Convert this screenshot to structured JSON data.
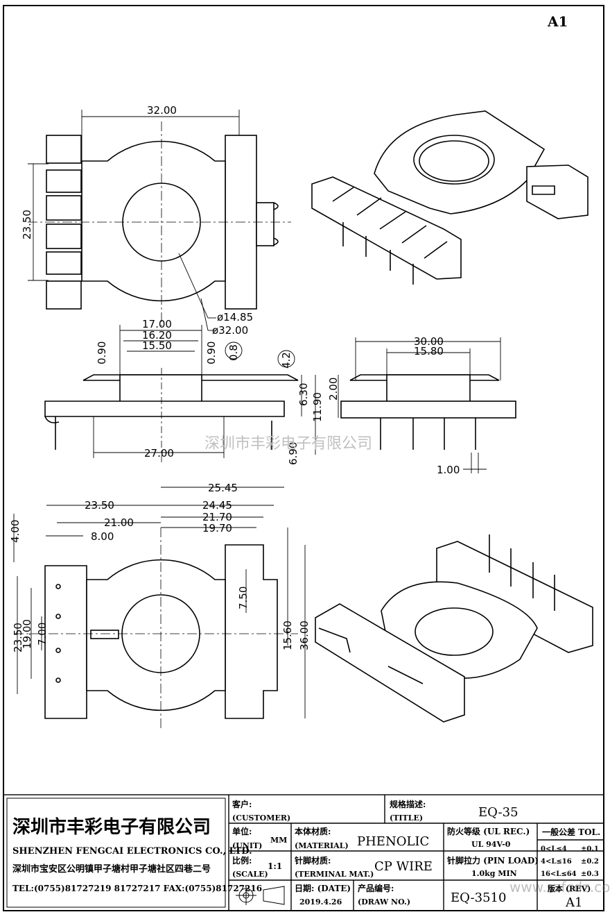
{
  "sheet": {
    "revision_top": "A1"
  },
  "watermark": {
    "company": "深圳市丰彩电子有限公司",
    "url": "www.szfcdz.com"
  },
  "dimensions": {
    "top_view": {
      "width": "32.00",
      "height": "23.50",
      "bore_diameter": "ø14.85",
      "outer_diameter": "ø32.00"
    },
    "front_view": {
      "d17": "17.00",
      "d16_20": "16.20",
      "d15_50": "15.50",
      "d0_90_left": "0.90",
      "d0_90_right": "0.90",
      "circle_08": "0.8",
      "circle_42": "4.2",
      "d6_30": "6.30",
      "d11_90": "11.90",
      "d6_90": "6.90",
      "d27": "27.00"
    },
    "side_view": {
      "d30": "30.00",
      "d15_80": "15.80",
      "d2_00": "2.00",
      "d1_00": "1.00"
    },
    "bottom_view": {
      "d25_45": "25.45",
      "d23_50": "23.50",
      "d24_45": "24.45",
      "d21_00": "21.00",
      "d21_70": "21.70",
      "d8_00": "8.00",
      "d19_70": "19.70",
      "d4_00": "4.00",
      "d7_50": "7.50",
      "d23_50_v": "23.50",
      "d19_00_v": "19.00",
      "d7_00_v": "7.00",
      "d15_60": "15.60",
      "d36_00": "36.00"
    }
  },
  "title_block": {
    "company_cn": "深圳市丰彩电子有限公司",
    "company_en": "SHENZHEN FENGCAI ELECTRONICS CO., LTD.",
    "address": "深圳市宝安区公明镇甲子塘村甲子塘社区四巷二号",
    "contact": "TEL:(0755)81727219  81727217   FAX:(0755)81727216",
    "customer_label": "客户:",
    "customer_label_en": "(CUSTOMER)",
    "title_label": "规格描述:",
    "title_label_en": "(TITLE)",
    "title_value": "EQ-35",
    "unit_label": "单位:",
    "unit_label_en": "(UNIT)",
    "unit_value": "MM",
    "material_label": "本体材质:",
    "material_label_en": "(MATERIAL)",
    "material_value": "PHENOLIC",
    "flame_label": "防火等级 (UL REC.)",
    "flame_value": "UL 94V-0",
    "tol_label": "一般公差 TOL.",
    "tol_rows": [
      {
        "range": "0<L≤4",
        "value": "±0.1"
      },
      {
        "range": "4<L≤16",
        "value": "±0.2"
      },
      {
        "range": "16<L≤64",
        "value": "±0.3"
      }
    ],
    "scale_label": "比例:",
    "scale_label_en": "(SCALE)",
    "scale_value": "1:1",
    "terminal_label": "针脚材质:",
    "terminal_label_en": "(TERMINAL MAT.)",
    "terminal_value": "CP WIRE",
    "pinload_label": "针脚拉力 (PIN LOAD)",
    "pinload_value": "1.0kg MIN",
    "date_label": "日期: (DATE)",
    "date_value": "2019.4.26",
    "drawno_label": "产品编号:",
    "drawno_label_en": "(DRAW NO.)",
    "drawno_value": "EQ-3510",
    "rev_label": "版本 (REV)",
    "rev_value": "A1"
  }
}
